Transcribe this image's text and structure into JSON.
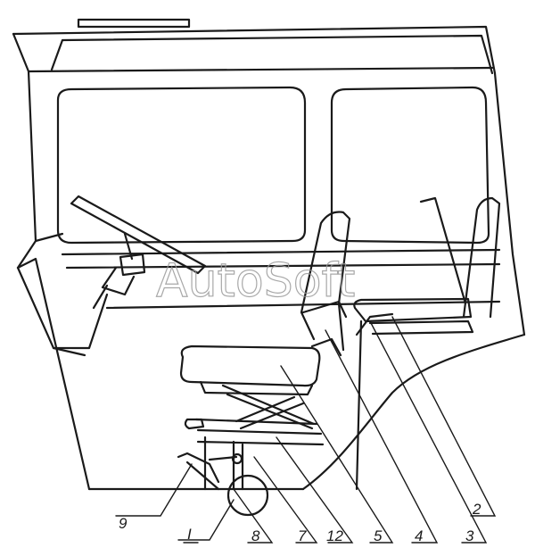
{
  "watermark": "AutoSoft",
  "callouts": [
    {
      "id": "9",
      "text": "9"
    },
    {
      "id": "I",
      "text": "I"
    },
    {
      "id": "8",
      "text": "8"
    },
    {
      "id": "7",
      "text": "7"
    },
    {
      "id": "12",
      "text": "12"
    },
    {
      "id": "5",
      "text": "5"
    },
    {
      "id": "4",
      "text": "4"
    },
    {
      "id": "3",
      "text": "3"
    },
    {
      "id": "2",
      "text": "2"
    }
  ]
}
